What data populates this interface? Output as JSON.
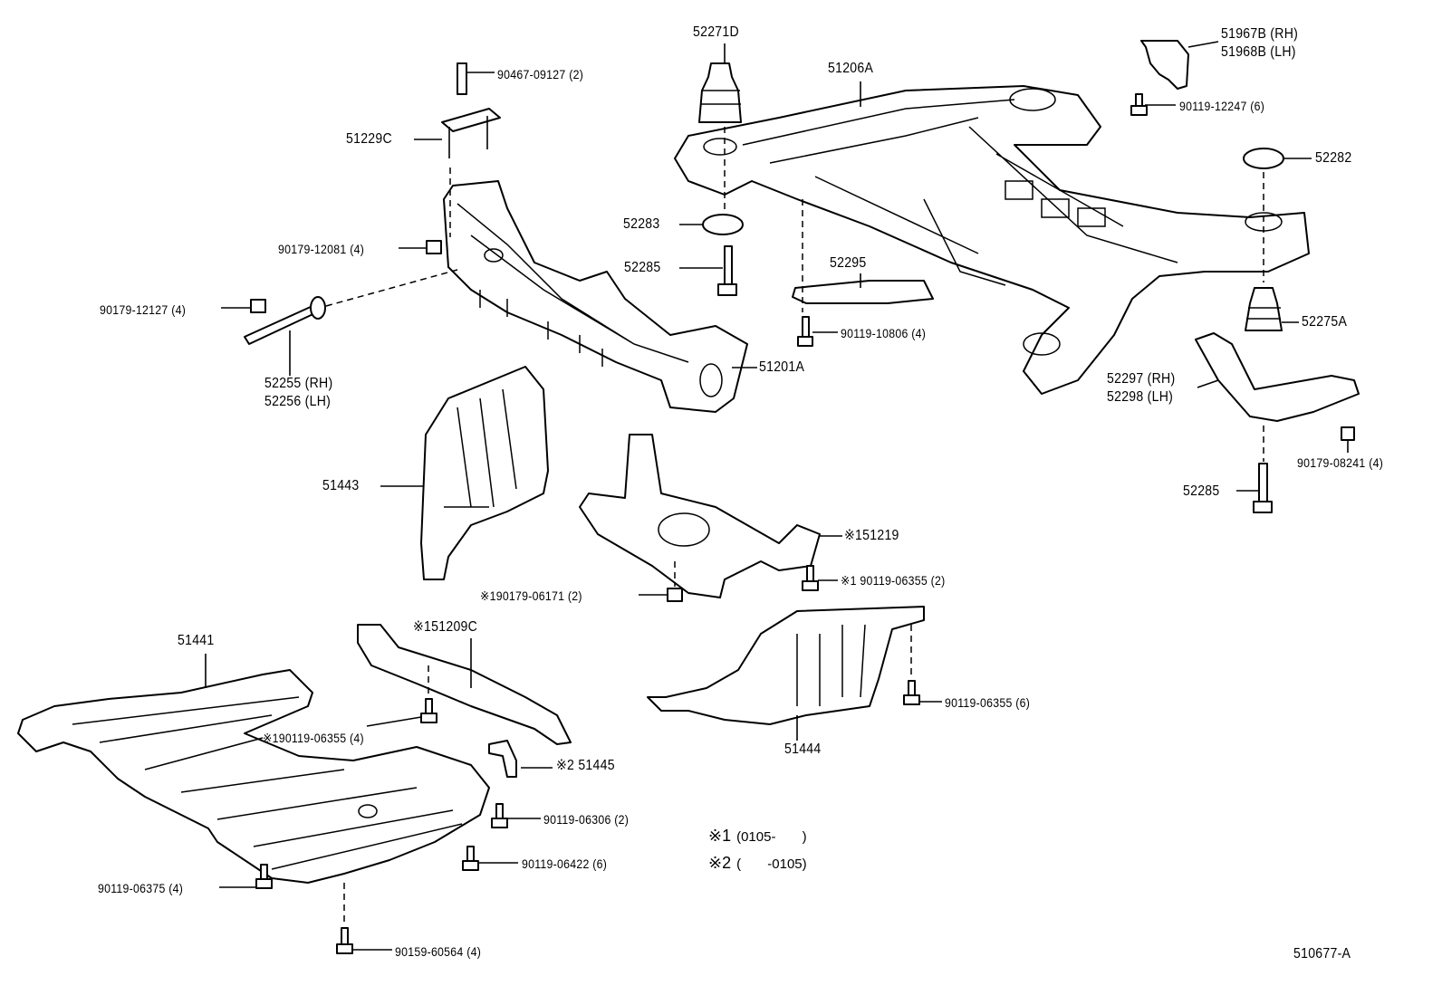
{
  "diagram_code": "510677-A",
  "notes": [
    {
      "mark": "※1",
      "range": "(0105-       )"
    },
    {
      "mark": "※2",
      "range": "(       -0105)"
    }
  ],
  "labels": {
    "p52271D": "52271D",
    "p90467": "90467-09127 (2)",
    "p51229C": "51229C",
    "p90179_12081": "90179-12081 (4)",
    "p90179_12127": "90179-12127 (4)",
    "p52255": "52255 (RH)",
    "p52256": "52256 (LH)",
    "p51206A": "51206A",
    "p51967B": "51967B (RH)",
    "p51968B": "51968B (LH)",
    "p90119_12247": "90119-12247 (6)",
    "p52282": "52282",
    "p52283": "52283",
    "p52285a": "52285",
    "p52295": "52295",
    "p90119_10806": "90119-10806 (4)",
    "p51201A": "51201A",
    "p52275A": "52275A",
    "p52297": "52297 (RH)",
    "p52298": "52298 (LH)",
    "p90179_08241": "90179-08241 (4)",
    "p52285b": "52285",
    "p51443": "51443",
    "p51219": "※151219",
    "p90179_06171": "※190179-06171 (2)",
    "p90119_06355_2": "※1 90119-06355 (2)",
    "p51441": "51441",
    "p51209C": "※151209C",
    "p90119_06355_6": "90119-06355 (6)",
    "p51444": "51444",
    "p90119_06355_4": "※190119-06355 (4)",
    "p51445": "※2 51445",
    "p90119_06306": "90119-06306 (2)",
    "p90119_06422": "90119-06422 (6)",
    "p90119_06375": "90119-06375 (4)",
    "p90159_60564": "90159-60564 (4)"
  }
}
